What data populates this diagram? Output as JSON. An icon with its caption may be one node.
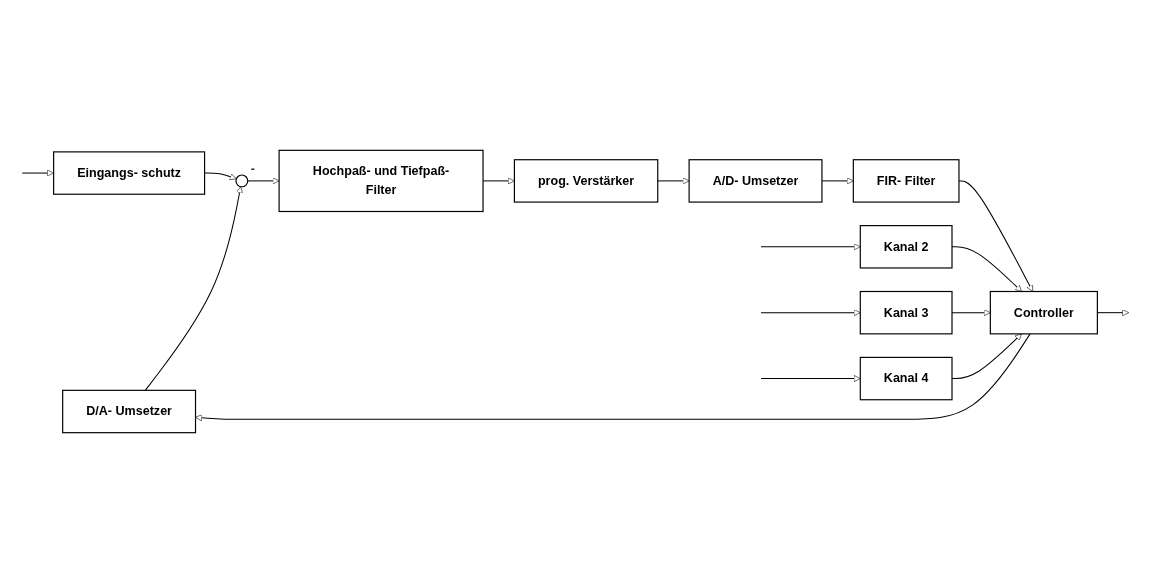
{
  "diagram": {
    "nodes": [
      {
        "text": [
          "D/A- Umsetzer"
        ]
      },
      {
        "text": [
          "Eingangs- schutz"
        ]
      },
      {
        "text": [],
        "shape": "circle",
        "beside": [
          "-"
        ]
      },
      {
        "text": [
          "Hochpaß- und Tiefpaß-Filter"
        ]
      },
      {
        "text": [
          "prog. Verstärker"
        ]
      },
      {
        "text": [
          "A/D- Umsetzer"
        ]
      },
      {
        "text": [
          "FIR- Filter"
        ]
      },
      {
        "text": [
          "Controller"
        ]
      },
      {
        "text": [
          "Kanal 2"
        ]
      },
      {
        "text": [
          "Kanal 3"
        ]
      },
      {
        "text": [
          "Kanal 4"
        ]
      }
    ],
    "edges": [
      {
        "from": null,
        "to": 1,
        "arrow": "to"
      },
      {
        "from": 1,
        "to": 2,
        "arrow": "to"
      },
      {
        "from": 0,
        "to": 2,
        "arrow": "to"
      },
      {
        "from": 2,
        "to": 3,
        "arrow": "to"
      },
      {
        "from": 3,
        "to": 4,
        "arrow": "to"
      },
      {
        "from": 4,
        "to": 5,
        "arrow": "to"
      },
      {
        "from": 5,
        "to": 6,
        "arrow": "to"
      },
      {
        "from": 6,
        "to": 7,
        "arrow": "to"
      },
      {
        "from": 7,
        "to": 0,
        "arrow": "to"
      },
      {
        "from": null,
        "to": 8,
        "arrow": "to"
      },
      {
        "from": null,
        "to": 9,
        "arrow": "to"
      },
      {
        "from": null,
        "to": 10,
        "arrow": "to"
      },
      {
        "from": 8,
        "to": 7,
        "arrow": "to"
      },
      {
        "from": 9,
        "to": 7,
        "arrow": "to"
      },
      {
        "from": 10,
        "to": 7,
        "arrow": "to"
      },
      {
        "from": 7,
        "to": null,
        "arrow": "to"
      }
    ]
  }
}
